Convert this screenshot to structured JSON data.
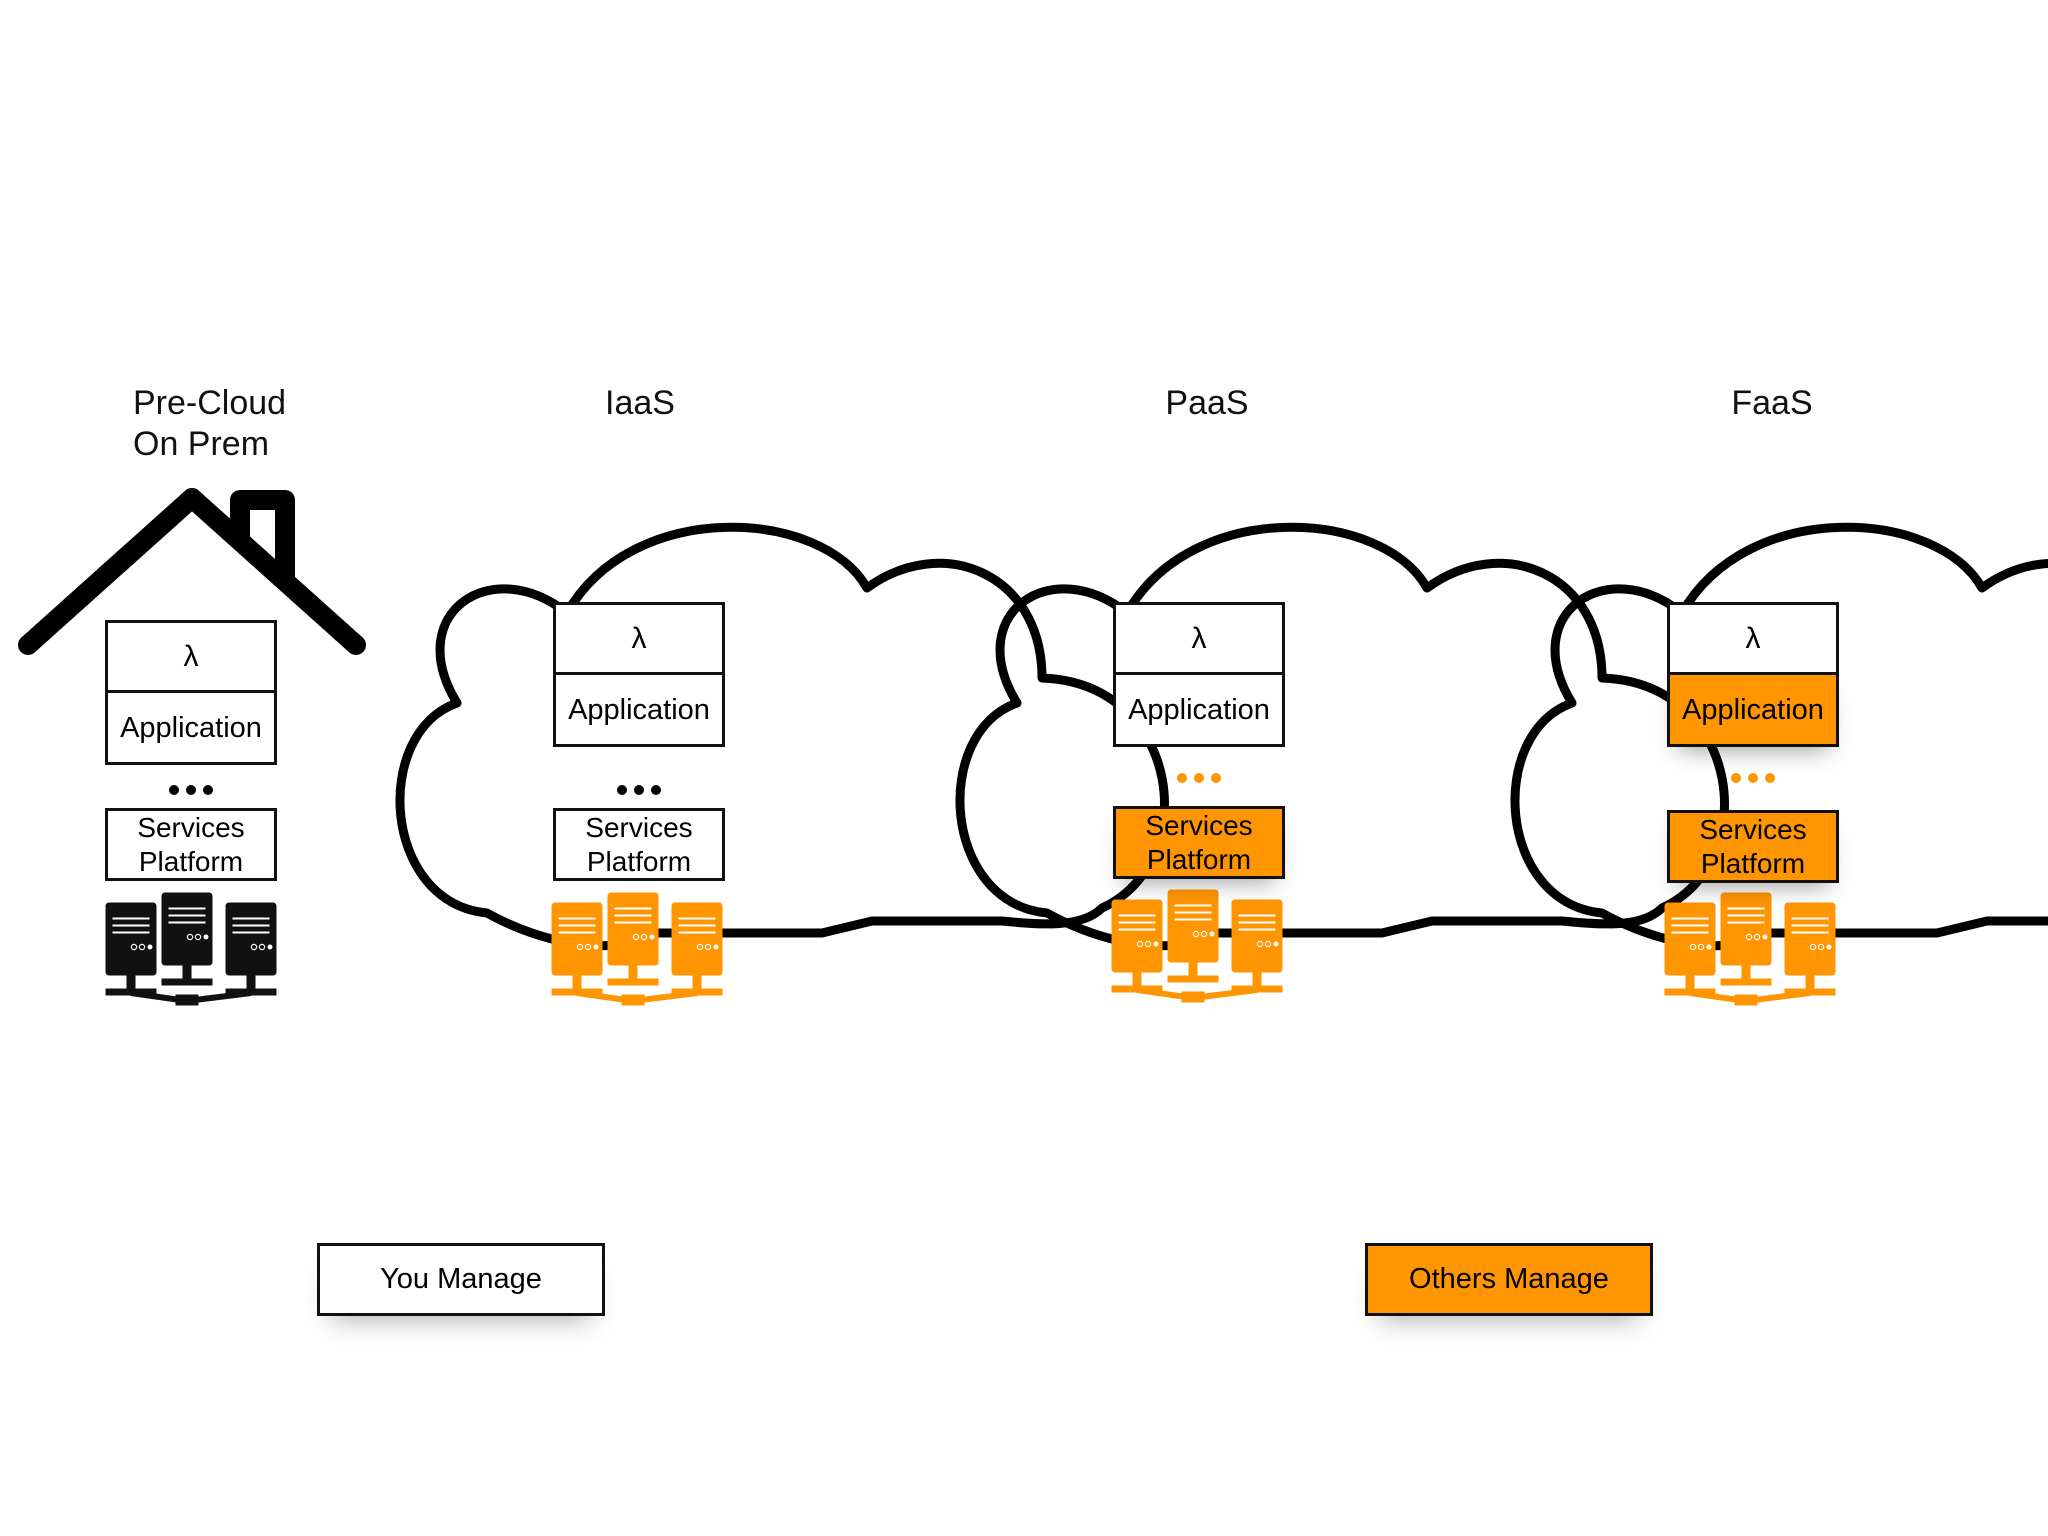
{
  "columns": [
    {
      "title": [
        "Pre-Cloud",
        "On Prem"
      ],
      "lambda": "λ",
      "application": "Application",
      "services": [
        "Services",
        "Platform"
      ]
    },
    {
      "title": [
        "IaaS"
      ],
      "lambda": "λ",
      "application": "Application",
      "services": [
        "Services",
        "Platform"
      ]
    },
    {
      "title": [
        "PaaS"
      ],
      "lambda": "λ",
      "application": "Application",
      "services": [
        "Services",
        "Platform"
      ]
    },
    {
      "title": [
        "FaaS"
      ],
      "lambda": "λ",
      "application": "Application",
      "services": [
        "Services",
        "Platform"
      ]
    }
  ],
  "legend": {
    "you_manage": "You Manage",
    "others_manage": "Others Manage"
  },
  "colors": {
    "you_manage": "#ffffff",
    "others_manage": "#ff9500",
    "outline": "#111111",
    "server_dark": "#111111"
  },
  "icons": [
    "house-roof-icon",
    "cloud-icon",
    "server-rack-icon"
  ]
}
